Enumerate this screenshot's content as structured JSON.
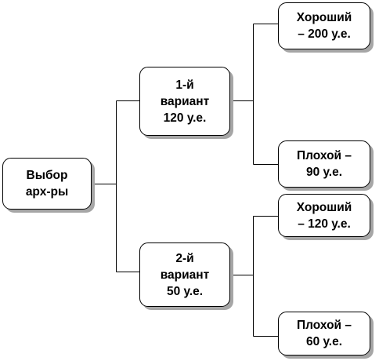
{
  "diagram": {
    "root": {
      "label": "Выбор\nарх-ры"
    },
    "variant_1": {
      "label": "1-й\nвариант\n120 у.е.",
      "good": {
        "label": "Хороший\n– 200 у.е."
      },
      "bad": {
        "label": "Плохой –\n90 у.е."
      }
    },
    "variant_2": {
      "label": "2-й\nвариант\n50 у.е.",
      "good": {
        "label": "Хороший\n– 120 у.е."
      },
      "bad": {
        "label": "Плохой –\n60 у.е."
      }
    }
  }
}
